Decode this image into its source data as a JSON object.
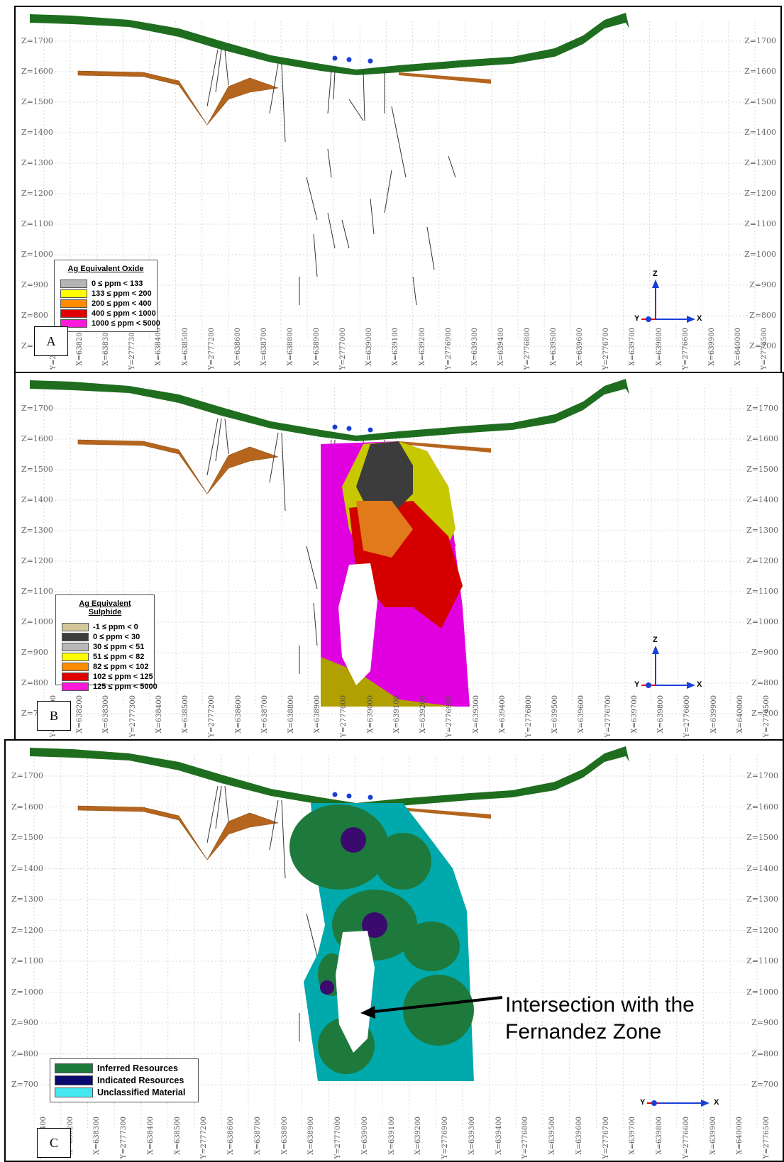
{
  "panels": [
    {
      "label": "A",
      "z_labels": [
        "Z=1700",
        "Z=1600",
        "Z=1500",
        "Z=1400",
        "Z=1300",
        "Z=1200",
        "Z=1100",
        "Z=1000",
        "Z=900",
        "Z=800",
        "Z=700"
      ],
      "legend": {
        "title": "Ag Equivalent Oxide",
        "items": [
          {
            "label": "0 ≤ ppm < 133",
            "color": "#b5b5b5"
          },
          {
            "label": "133 ≤ ppm < 200",
            "color": "#ffff00"
          },
          {
            "label": "200 ≤ ppm < 400",
            "color": "#ff8c00"
          },
          {
            "label": "400 ≤ ppm < 1000",
            "color": "#e00000"
          },
          {
            "label": "1000 ≤ ppm < 5000",
            "color": "#ff1ad9"
          }
        ]
      }
    },
    {
      "label": "B",
      "z_labels": [
        "Z=1700",
        "Z=1600",
        "Z=1500",
        "Z=1400",
        "Z=1300",
        "Z=1200",
        "Z=1100",
        "Z=1000",
        "Z=900",
        "Z=800",
        "Z=700"
      ],
      "legend": {
        "title": "Ag Equivalent Sulphide",
        "items": [
          {
            "label": "-1 ≤ ppm < 0",
            "color": "#d4c79a"
          },
          {
            "label": "0 ≤ ppm < 30",
            "color": "#3c3c3c"
          },
          {
            "label": "30 ≤ ppm < 51",
            "color": "#b8b8b8"
          },
          {
            "label": "51 ≤ ppm < 82",
            "color": "#ffff00"
          },
          {
            "label": "82 ≤ ppm < 102",
            "color": "#ff8c00"
          },
          {
            "label": "102 ≤ ppm < 125",
            "color": "#e00000"
          },
          {
            "label": "125 ≤ ppm < 5000",
            "color": "#ff1ad9"
          }
        ]
      }
    },
    {
      "label": "C",
      "z_labels": [
        "Z=1700",
        "Z=1600",
        "Z=1500",
        "Z=1400",
        "Z=1300",
        "Z=1200",
        "Z=1100",
        "Z=1000",
        "Z=900",
        "Z=800",
        "Z=700"
      ],
      "legend": {
        "title": "",
        "items": [
          {
            "label": "Inferred Resources",
            "color": "#1e7a3c"
          },
          {
            "label": "Indicated Resources",
            "color": "#0a0a6e"
          },
          {
            "label": "Unclassified Material",
            "color": "#44e8f0"
          }
        ]
      }
    }
  ],
  "x_tick_labels": [
    "Y=2777400",
    "X=638200",
    "X=638300",
    "Y=2777300",
    "X=638400",
    "X=638500",
    "Y=2777200",
    "X=638600",
    "X=638700",
    "X=638800",
    "X=638900",
    "Y=2777000",
    "X=639000",
    "X=639100",
    "X=639200",
    "Y=2776900",
    "X=639300",
    "X=639400",
    "Y=2776800",
    "X=639500",
    "X=639600",
    "Y=2776700",
    "X=639700",
    "X=639800",
    "Y=2776600",
    "X=639900",
    "X=640000",
    "Y=2776500"
  ],
  "axis_triad": {
    "z": "Z",
    "x": "X",
    "y": "Y"
  },
  "annotation": {
    "line1": "Intersection with the",
    "line2": "Fernandez Zone"
  },
  "colors": {
    "topography": "#1f6e1f",
    "fault": "#b5651d",
    "collar": "#1a3fd6",
    "drillhole": "#333333",
    "grid": "#d8d8d8"
  }
}
